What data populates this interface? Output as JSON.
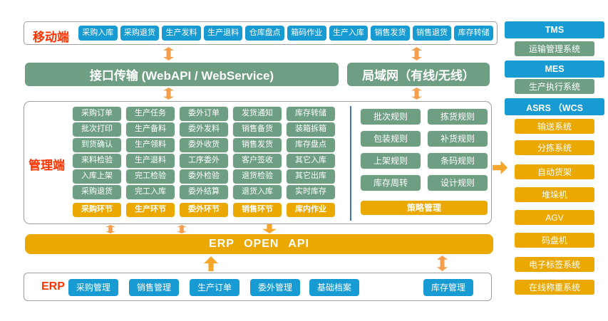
{
  "colors": {
    "blue": "#189AD3",
    "green": "#6E9F83",
    "orange": "#EAA800",
    "arrow": "#F49F4D",
    "arrow_solid": "#F5A62B",
    "red_label": "#FF3300",
    "divider_blue": "#4472C4"
  },
  "mobile": {
    "label": "移动端",
    "buttons": [
      "采购入库",
      "采购退货",
      "生产发料",
      "生产退料",
      "仓库盘点",
      "箱码作业",
      "生产入库",
      "销售发货",
      "销售退货",
      "库存转储"
    ]
  },
  "banners": {
    "interface": "接口传输 (WebAPI / WebService)",
    "lan": "局域网（有线/无线）"
  },
  "management": {
    "label": "管理端",
    "columns": [
      {
        "items": [
          "采购订单",
          "批次打印",
          "到货确认",
          "来料检验",
          "入库上架",
          "采购退货"
        ],
        "footer": "采购环节"
      },
      {
        "items": [
          "生产任务",
          "生产备料",
          "生产领料",
          "生产退料",
          "完工检验",
          "完工入库"
        ],
        "footer": "生产环节"
      },
      {
        "items": [
          "委外订单",
          "委外发料",
          "委外收货",
          "工序委外",
          "委外检验",
          "委外结算"
        ],
        "footer": "委外环节"
      },
      {
        "items": [
          "发货通知",
          "销售备货",
          "销售发货",
          "客户签收",
          "退货检验",
          "退货入库"
        ],
        "footer": "销售环节"
      },
      {
        "items": [
          "库存转储",
          "装箱拆箱",
          "库存盘点",
          "其它入库",
          "其它出库",
          "实时库存"
        ],
        "footer": "库内作业"
      }
    ]
  },
  "strategy": {
    "items": [
      "批次规则",
      "拣货规则",
      "包装规则",
      "补货规则",
      "上架规则",
      "条码规则",
      "库存周转",
      "设计规则"
    ],
    "footer": "策略管理"
  },
  "erp_api": {
    "label": "ERP OPEN API"
  },
  "erp": {
    "label": "ERP",
    "buttons": [
      "采购管理",
      "销售管理",
      "生产订单",
      "委外管理",
      "基础档案",
      "库存管理"
    ]
  },
  "sidebar": {
    "items": [
      {
        "label": "TMS",
        "type": "blue"
      },
      {
        "label": "运输管理系统",
        "type": "green"
      },
      {
        "label": "MES",
        "type": "blue"
      },
      {
        "label": "生产执行系统",
        "type": "green"
      },
      {
        "label": "ASRS （WCS",
        "type": "blue"
      },
      {
        "label": "输送系统",
        "type": "orange"
      },
      {
        "label": "分拣系统",
        "type": "orange"
      },
      {
        "label": "自动货架",
        "type": "orange"
      },
      {
        "label": "堆垛机",
        "type": "orange"
      },
      {
        "label": "AGV",
        "type": "orange"
      },
      {
        "label": "码盘机",
        "type": "orange"
      },
      {
        "label": "电子标签系统",
        "type": "orange"
      },
      {
        "label": "在线称重系统",
        "type": "orange"
      }
    ]
  }
}
